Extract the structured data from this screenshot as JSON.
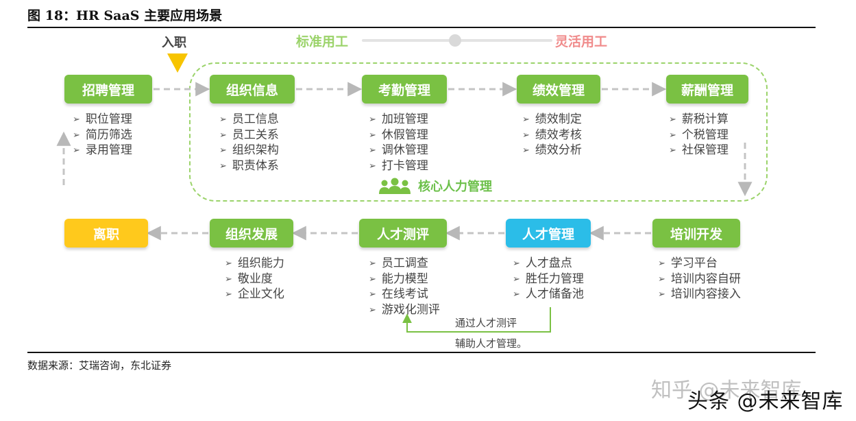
{
  "figure": {
    "title": "图 18：HR SaaS 主要应用场景",
    "source": "数据来源：艾瑞咨询，东北证券"
  },
  "entry_label": "入职",
  "scale": {
    "left": "标准用工",
    "right": "灵活用工"
  },
  "core_label": "核心人力管理",
  "colors": {
    "green": "#7ac143",
    "yellow": "#ffc91c",
    "cyan": "#2bbde8",
    "arrow": "#bbbbbb"
  },
  "chart_data": {
    "type": "flowchart",
    "nodes": [
      {
        "id": "recruit",
        "label": "招聘管理",
        "items": [
          "职位管理",
          "简历筛选",
          "录用管理"
        ]
      },
      {
        "id": "org",
        "label": "组织信息",
        "items": [
          "员工信息",
          "员工关系",
          "组织架构",
          "职责体系"
        ]
      },
      {
        "id": "attendance",
        "label": "考勤管理",
        "items": [
          "加班管理",
          "休假管理",
          "调休管理",
          "打卡管理"
        ]
      },
      {
        "id": "performance",
        "label": "绩效管理",
        "items": [
          "绩效制定",
          "绩效考核",
          "绩效分析"
        ]
      },
      {
        "id": "salary",
        "label": "薪酬管理",
        "items": [
          "薪税计算",
          "个税管理",
          "社保管理"
        ]
      },
      {
        "id": "training",
        "label": "培训开发",
        "items": [
          "学习平台",
          "培训内容自研",
          "培训内容接入"
        ]
      },
      {
        "id": "talent",
        "label": "人才管理",
        "items": [
          "人才盘点",
          "胜任力管理",
          "人才储备池"
        ]
      },
      {
        "id": "assessment",
        "label": "人才测评",
        "items": [
          "员工调查",
          "能力模型",
          "在线考试",
          "游戏化测评"
        ]
      },
      {
        "id": "orgdev",
        "label": "组织发展",
        "items": [
          "组织能力",
          "敬业度",
          "企业文化"
        ]
      },
      {
        "id": "leave",
        "label": "离职",
        "items": []
      }
    ],
    "edges": [
      [
        "recruit",
        "org"
      ],
      [
        "org",
        "attendance"
      ],
      [
        "attendance",
        "performance"
      ],
      [
        "performance",
        "salary"
      ],
      [
        "salary",
        "training"
      ],
      [
        "training",
        "talent"
      ],
      [
        "talent",
        "assessment"
      ],
      [
        "assessment",
        "orgdev"
      ],
      [
        "orgdev",
        "leave"
      ],
      [
        "talent",
        "assessment",
        "通过人才测评",
        "辅助人才管理。"
      ]
    ]
  },
  "watermarks": {
    "zhihu": "知乎 @未来智库",
    "toutiao": "头条 @未来智库"
  }
}
